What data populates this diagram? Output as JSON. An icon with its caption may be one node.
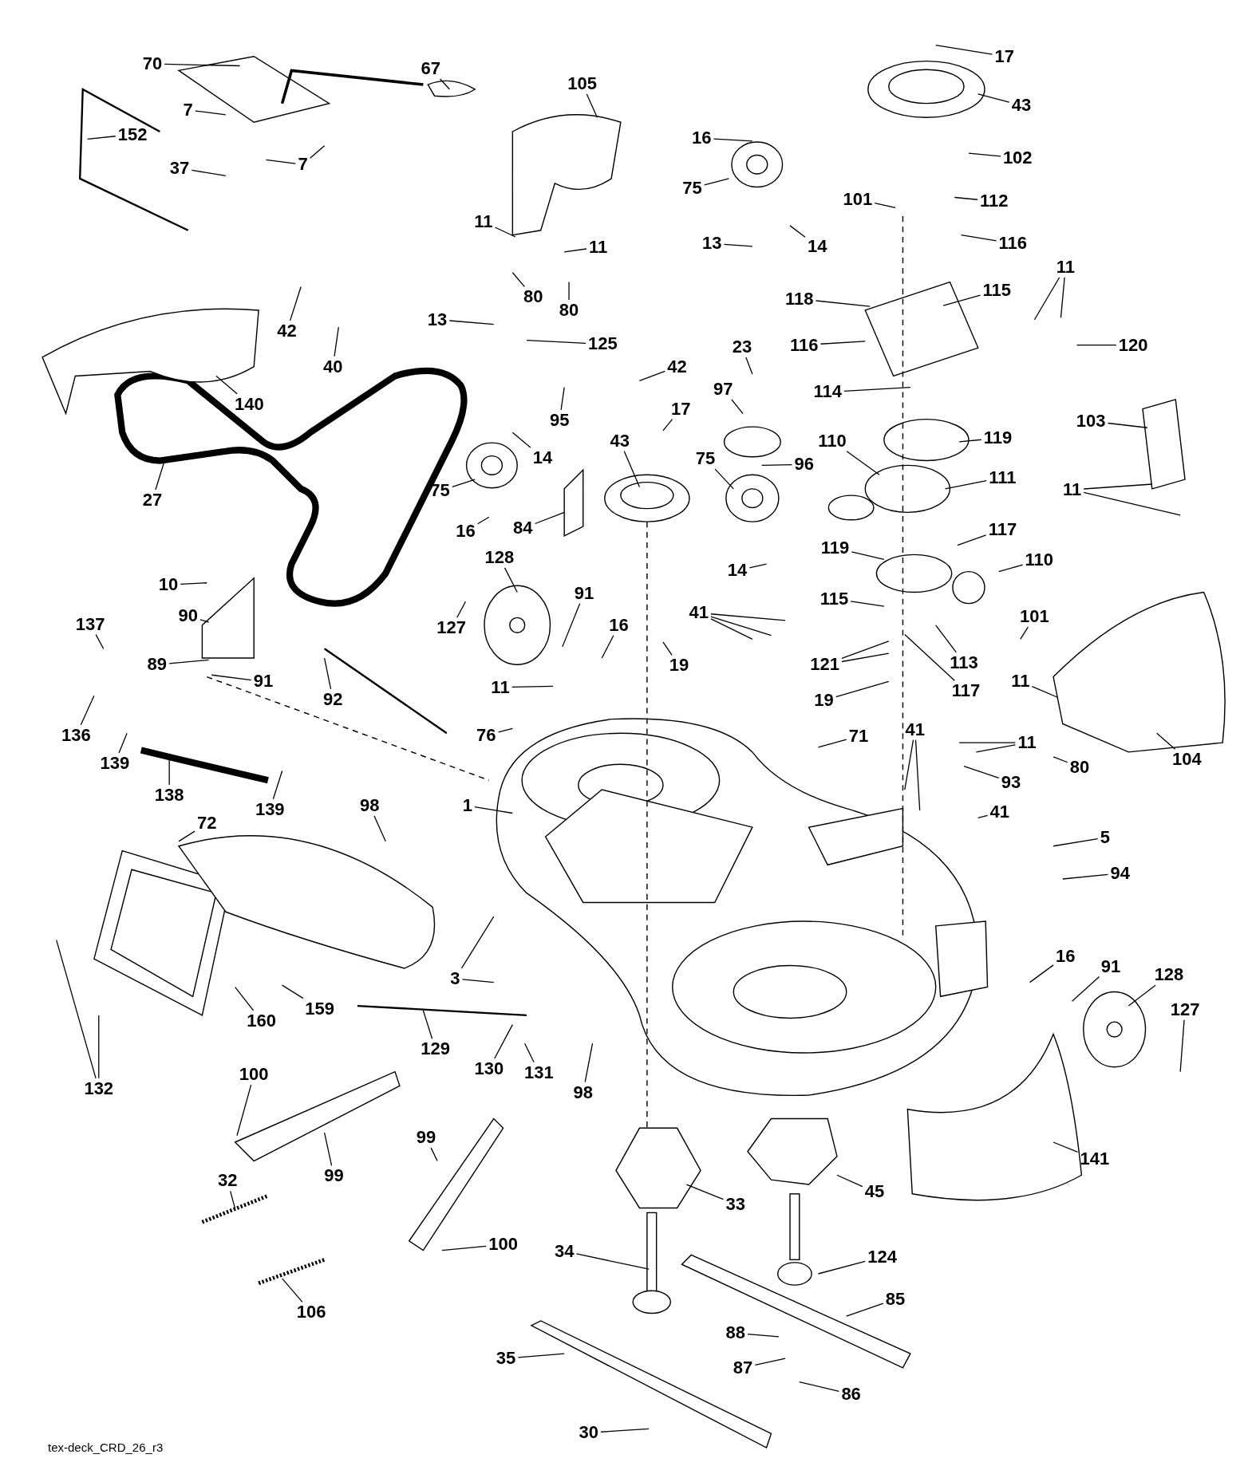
{
  "diagram": {
    "nodes": [
      {
        "text": [
          "70"
        ]
      },
      {
        "text": [
          "67"
        ]
      },
      {
        "text": [
          "7"
        ]
      },
      {
        "text": [
          "152"
        ]
      },
      {
        "text": [
          "7"
        ]
      },
      {
        "text": [
          "37"
        ]
      },
      {
        "text": [
          "105"
        ]
      },
      {
        "text": [
          "11"
        ]
      },
      {
        "text": [
          "11"
        ]
      },
      {
        "text": [
          "80"
        ]
      },
      {
        "text": [
          "80"
        ]
      },
      {
        "text": [
          "16"
        ]
      },
      {
        "text": [
          "75"
        ]
      },
      {
        "text": [
          "13"
        ]
      },
      {
        "text": [
          "14"
        ]
      },
      {
        "text": [
          "17"
        ]
      },
      {
        "text": [
          "43"
        ]
      },
      {
        "text": [
          "102"
        ]
      },
      {
        "text": [
          "101"
        ]
      },
      {
        "text": [
          "112"
        ]
      },
      {
        "text": [
          "116"
        ]
      },
      {
        "text": [
          "11"
        ]
      },
      {
        "text": [
          "115"
        ]
      },
      {
        "text": [
          "118"
        ]
      },
      {
        "text": [
          "120"
        ]
      },
      {
        "text": [
          "116"
        ]
      },
      {
        "text": [
          "42"
        ]
      },
      {
        "text": [
          "40"
        ]
      },
      {
        "text": [
          "140"
        ]
      },
      {
        "text": [
          "27"
        ]
      },
      {
        "text": [
          "13"
        ]
      },
      {
        "text": [
          "125"
        ]
      },
      {
        "text": [
          "42"
        ]
      },
      {
        "text": [
          "95"
        ]
      },
      {
        "text": [
          "14"
        ]
      },
      {
        "text": [
          "75"
        ]
      },
      {
        "text": [
          "16"
        ]
      },
      {
        "text": [
          "84"
        ]
      },
      {
        "text": [
          "23"
        ]
      },
      {
        "text": [
          "97"
        ]
      },
      {
        "text": [
          "17"
        ]
      },
      {
        "text": [
          "43"
        ]
      },
      {
        "text": [
          "96"
        ]
      },
      {
        "text": [
          "75"
        ]
      },
      {
        "text": [
          "14"
        ]
      },
      {
        "text": [
          "114"
        ]
      },
      {
        "text": [
          "119"
        ]
      },
      {
        "text": [
          "110"
        ]
      },
      {
        "text": [
          "111"
        ]
      },
      {
        "text": [
          "103"
        ]
      },
      {
        "text": [
          "11"
        ]
      },
      {
        "text": [
          "119"
        ]
      },
      {
        "text": [
          "117"
        ]
      },
      {
        "text": [
          "110"
        ]
      },
      {
        "text": [
          "115"
        ]
      },
      {
        "text": [
          "113"
        ]
      },
      {
        "text": [
          "101"
        ]
      },
      {
        "text": [
          "121"
        ]
      },
      {
        "text": [
          "117"
        ]
      },
      {
        "text": [
          "19"
        ]
      },
      {
        "text": [
          "19"
        ]
      },
      {
        "text": [
          "41"
        ]
      },
      {
        "text": [
          "11"
        ]
      },
      {
        "text": [
          "76"
        ]
      },
      {
        "text": [
          "71"
        ]
      },
      {
        "text": [
          "41"
        ]
      },
      {
        "text": [
          "11"
        ]
      },
      {
        "text": [
          "11"
        ]
      },
      {
        "text": [
          "80"
        ]
      },
      {
        "text": [
          "104"
        ]
      },
      {
        "text": [
          "93"
        ]
      },
      {
        "text": [
          "41"
        ]
      },
      {
        "text": [
          "5"
        ]
      },
      {
        "text": [
          "94"
        ]
      },
      {
        "text": [
          "128"
        ]
      },
      {
        "text": [
          "127"
        ]
      },
      {
        "text": [
          "91"
        ]
      },
      {
        "text": [
          "16"
        ]
      },
      {
        "text": [
          "10"
        ]
      },
      {
        "text": [
          "90"
        ]
      },
      {
        "text": [
          "89"
        ]
      },
      {
        "text": [
          "91"
        ]
      },
      {
        "text": [
          "137"
        ]
      },
      {
        "text": [
          "136"
        ]
      },
      {
        "text": [
          "139"
        ]
      },
      {
        "text": [
          "138"
        ]
      },
      {
        "text": [
          "139"
        ]
      },
      {
        "text": [
          "92"
        ]
      },
      {
        "text": [
          "1"
        ]
      },
      {
        "text": [
          "98"
        ]
      },
      {
        "text": [
          "72"
        ]
      },
      {
        "text": [
          "3"
        ]
      },
      {
        "text": [
          "159"
        ]
      },
      {
        "text": [
          "160"
        ]
      },
      {
        "text": [
          "132"
        ]
      },
      {
        "text": [
          "129"
        ]
      },
      {
        "text": [
          "130"
        ]
      },
      {
        "text": [
          "131"
        ]
      },
      {
        "text": [
          "98"
        ]
      },
      {
        "text": [
          "16"
        ]
      },
      {
        "text": [
          "91"
        ]
      },
      {
        "text": [
          "128"
        ]
      },
      {
        "text": [
          "127"
        ]
      },
      {
        "text": [
          "141"
        ]
      },
      {
        "text": [
          "100"
        ]
      },
      {
        "text": [
          "99"
        ]
      },
      {
        "text": [
          "99"
        ]
      },
      {
        "text": [
          "32"
        ]
      },
      {
        "text": [
          "106"
        ]
      },
      {
        "text": [
          "100"
        ]
      },
      {
        "text": [
          "33"
        ]
      },
      {
        "text": [
          "45"
        ]
      },
      {
        "text": [
          "34"
        ]
      },
      {
        "text": [
          "124"
        ]
      },
      {
        "text": [
          "85"
        ]
      },
      {
        "text": [
          "35"
        ]
      },
      {
        "text": [
          "88"
        ]
      },
      {
        "text": [
          "87"
        ]
      },
      {
        "text": [
          "86"
        ]
      },
      {
        "text": [
          "30"
        ]
      }
    ],
    "edges": [
      {
        "from": 0,
        "to": null,
        "arrow": "none"
      },
      {
        "from": 1,
        "to": null,
        "arrow": "none"
      },
      {
        "from": 2,
        "to": null,
        "arrow": "none"
      },
      {
        "from": 3,
        "to": null,
        "arrow": "none"
      },
      {
        "from": 4,
        "to": null,
        "arrow": "none"
      },
      {
        "from": 4,
        "to": null,
        "arrow": "none"
      },
      {
        "from": 5,
        "to": null,
        "arrow": "none"
      },
      {
        "from": 6,
        "to": null,
        "arrow": "none"
      },
      {
        "from": 7,
        "to": null,
        "arrow": "none"
      },
      {
        "from": 8,
        "to": null,
        "arrow": "none"
      },
      {
        "from": 9,
        "to": null,
        "arrow": "none"
      },
      {
        "from": 10,
        "to": null,
        "arrow": "none"
      },
      {
        "from": 11,
        "to": null,
        "arrow": "none"
      },
      {
        "from": 12,
        "to": null,
        "arrow": "none"
      },
      {
        "from": 13,
        "to": null,
        "arrow": "none"
      },
      {
        "from": 14,
        "to": null,
        "arrow": "none"
      },
      {
        "from": 15,
        "to": null,
        "arrow": "none"
      },
      {
        "from": 16,
        "to": null,
        "arrow": "none"
      },
      {
        "from": 17,
        "to": null,
        "arrow": "none"
      },
      {
        "from": 18,
        "to": null,
        "arrow": "none"
      },
      {
        "from": 19,
        "to": null,
        "arrow": "none"
      },
      {
        "from": 20,
        "to": null,
        "arrow": "none"
      },
      {
        "from": 21,
        "to": null,
        "arrow": "none"
      },
      {
        "from": 21,
        "to": null,
        "arrow": "none"
      },
      {
        "from": 22,
        "to": null,
        "arrow": "none"
      },
      {
        "from": 23,
        "to": null,
        "arrow": "none"
      },
      {
        "from": 24,
        "to": null,
        "arrow": "none"
      },
      {
        "from": 25,
        "to": null,
        "arrow": "none"
      },
      {
        "from": 26,
        "to": null,
        "arrow": "none"
      },
      {
        "from": 27,
        "to": null,
        "arrow": "none"
      },
      {
        "from": 28,
        "to": null,
        "arrow": "none"
      },
      {
        "from": 29,
        "to": null,
        "arrow": "none"
      },
      {
        "from": 30,
        "to": null,
        "arrow": "none"
      },
      {
        "from": 31,
        "to": null,
        "arrow": "none"
      },
      {
        "from": 32,
        "to": null,
        "arrow": "none"
      },
      {
        "from": 33,
        "to": null,
        "arrow": "none"
      },
      {
        "from": 34,
        "to": null,
        "arrow": "none"
      },
      {
        "from": 35,
        "to": null,
        "arrow": "none"
      },
      {
        "from": 36,
        "to": null,
        "arrow": "none"
      },
      {
        "from": 37,
        "to": null,
        "arrow": "none"
      },
      {
        "from": 38,
        "to": null,
        "arrow": "none"
      },
      {
        "from": 39,
        "to": null,
        "arrow": "none"
      },
      {
        "from": 40,
        "to": null,
        "arrow": "none"
      },
      {
        "from": 41,
        "to": null,
        "arrow": "none"
      },
      {
        "from": 42,
        "to": null,
        "arrow": "none"
      },
      {
        "from": 43,
        "to": null,
        "arrow": "none"
      },
      {
        "from": 44,
        "to": null,
        "arrow": "none"
      },
      {
        "from": 45,
        "to": null,
        "arrow": "none"
      },
      {
        "from": 46,
        "to": null,
        "arrow": "none"
      },
      {
        "from": 47,
        "to": null,
        "arrow": "none"
      },
      {
        "from": 48,
        "to": null,
        "arrow": "none"
      },
      {
        "from": 49,
        "to": null,
        "arrow": "none"
      },
      {
        "from": 50,
        "to": null,
        "arrow": "none"
      },
      {
        "from": 50,
        "to": null,
        "arrow": "none"
      },
      {
        "from": 51,
        "to": null,
        "arrow": "none"
      },
      {
        "from": 52,
        "to": null,
        "arrow": "none"
      },
      {
        "from": 53,
        "to": null,
        "arrow": "none"
      },
      {
        "from": 54,
        "to": null,
        "arrow": "none"
      },
      {
        "from": 55,
        "to": null,
        "arrow": "none"
      },
      {
        "from": 56,
        "to": null,
        "arrow": "none"
      },
      {
        "from": 57,
        "to": null,
        "arrow": "none"
      },
      {
        "from": 57,
        "to": null,
        "arrow": "none"
      },
      {
        "from": 58,
        "to": null,
        "arrow": "none"
      },
      {
        "from": 59,
        "to": null,
        "arrow": "none"
      },
      {
        "from": 60,
        "to": null,
        "arrow": "none"
      },
      {
        "from": 61,
        "to": null,
        "arrow": "none"
      },
      {
        "from": 61,
        "to": null,
        "arrow": "none"
      },
      {
        "from": 61,
        "to": null,
        "arrow": "none"
      },
      {
        "from": 62,
        "to": null,
        "arrow": "none"
      },
      {
        "from": 63,
        "to": null,
        "arrow": "none"
      },
      {
        "from": 64,
        "to": null,
        "arrow": "none"
      },
      {
        "from": 65,
        "to": null,
        "arrow": "none"
      },
      {
        "from": 65,
        "to": null,
        "arrow": "none"
      },
      {
        "from": 66,
        "to": null,
        "arrow": "none"
      },
      {
        "from": 66,
        "to": null,
        "arrow": "none"
      },
      {
        "from": 67,
        "to": null,
        "arrow": "none"
      },
      {
        "from": 68,
        "to": null,
        "arrow": "none"
      },
      {
        "from": 69,
        "to": null,
        "arrow": "none"
      },
      {
        "from": 70,
        "to": null,
        "arrow": "none"
      },
      {
        "from": 71,
        "to": null,
        "arrow": "none"
      },
      {
        "from": 72,
        "to": null,
        "arrow": "none"
      },
      {
        "from": 73,
        "to": null,
        "arrow": "none"
      },
      {
        "from": 74,
        "to": null,
        "arrow": "none"
      },
      {
        "from": 75,
        "to": null,
        "arrow": "none"
      },
      {
        "from": 76,
        "to": null,
        "arrow": "none"
      },
      {
        "from": 77,
        "to": null,
        "arrow": "none"
      },
      {
        "from": 78,
        "to": null,
        "arrow": "none"
      },
      {
        "from": 79,
        "to": null,
        "arrow": "none"
      },
      {
        "from": 80,
        "to": null,
        "arrow": "none"
      },
      {
        "from": 81,
        "to": null,
        "arrow": "none"
      },
      {
        "from": 82,
        "to": null,
        "arrow": "none"
      },
      {
        "from": 83,
        "to": null,
        "arrow": "none"
      },
      {
        "from": 84,
        "to": null,
        "arrow": "none"
      },
      {
        "from": 85,
        "to": null,
        "arrow": "none"
      },
      {
        "from": 86,
        "to": null,
        "arrow": "none"
      },
      {
        "from": 87,
        "to": null,
        "arrow": "none"
      },
      {
        "from": 88,
        "to": null,
        "arrow": "none"
      },
      {
        "from": 89,
        "to": null,
        "arrow": "none"
      },
      {
        "from": 90,
        "to": null,
        "arrow": "none"
      },
      {
        "from": 91,
        "to": null,
        "arrow": "none"
      },
      {
        "from": 91,
        "to": null,
        "arrow": "none"
      },
      {
        "from": 92,
        "to": null,
        "arrow": "none"
      },
      {
        "from": 93,
        "to": null,
        "arrow": "none"
      },
      {
        "from": 94,
        "to": null,
        "arrow": "none"
      },
      {
        "from": 94,
        "to": null,
        "arrow": "none"
      },
      {
        "from": 95,
        "to": null,
        "arrow": "none"
      },
      {
        "from": 96,
        "to": null,
        "arrow": "none"
      },
      {
        "from": 97,
        "to": null,
        "arrow": "none"
      },
      {
        "from": 98,
        "to": null,
        "arrow": "none"
      },
      {
        "from": 99,
        "to": null,
        "arrow": "none"
      },
      {
        "from": 100,
        "to": null,
        "arrow": "none"
      },
      {
        "from": 101,
        "to": null,
        "arrow": "none"
      },
      {
        "from": 102,
        "to": null,
        "arrow": "none"
      },
      {
        "from": 103,
        "to": null,
        "arrow": "none"
      },
      {
        "from": 104,
        "to": null,
        "arrow": "none"
      },
      {
        "from": 105,
        "to": null,
        "arrow": "none"
      },
      {
        "from": 106,
        "to": null,
        "arrow": "none"
      },
      {
        "from": 107,
        "to": null,
        "arrow": "none"
      },
      {
        "from": 108,
        "to": null,
        "arrow": "none"
      },
      {
        "from": 109,
        "to": null,
        "arrow": "none"
      },
      {
        "from": 110,
        "to": null,
        "arrow": "none"
      },
      {
        "from": 111,
        "to": null,
        "arrow": "none"
      },
      {
        "from": 112,
        "to": null,
        "arrow": "none"
      },
      {
        "from": 113,
        "to": null,
        "arrow": "none"
      },
      {
        "from": 114,
        "to": null,
        "arrow": "none"
      },
      {
        "from": 115,
        "to": null,
        "arrow": "none"
      },
      {
        "from": 116,
        "to": null,
        "arrow": "none"
      },
      {
        "from": 117,
        "to": null,
        "arrow": "none"
      },
      {
        "from": 118,
        "to": null,
        "arrow": "none"
      },
      {
        "from": 119,
        "to": null,
        "arrow": "none"
      }
    ],
    "labels": [
      "tex-deck_CRD_26_r3"
    ]
  }
}
